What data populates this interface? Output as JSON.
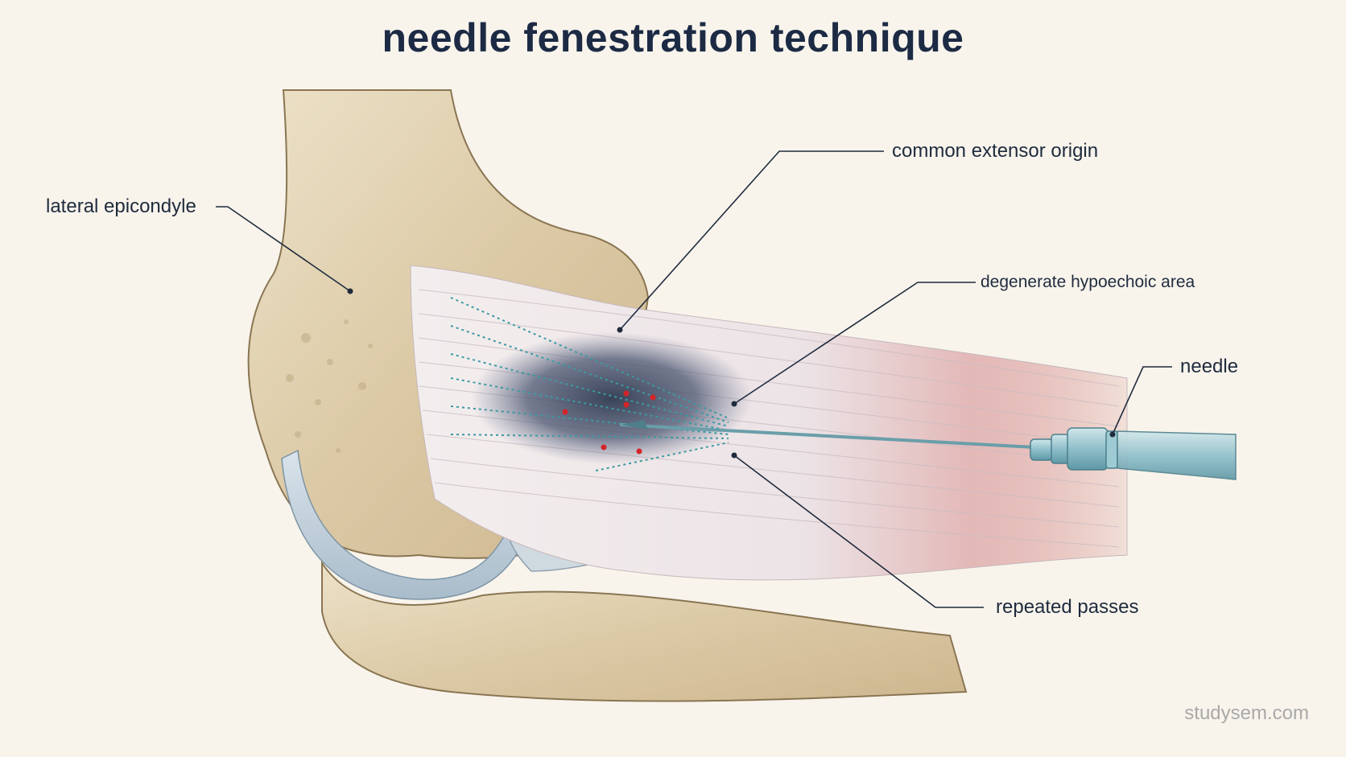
{
  "title": "needle fenestration technique",
  "labels": {
    "lateral_epicondyle": "lateral epicondyle",
    "common_extensor_origin": "common extensor origin",
    "degenerate_area": "degenerate hypoechoic area",
    "needle": "needle",
    "repeated_passes": "repeated passes"
  },
  "watermark": "studysem.com",
  "colors": {
    "background": "#f8f4ec",
    "bone": "#e2d3b4",
    "tendon": "#ece4e6",
    "muscle": "#d99b98",
    "lesion": "#3a4458",
    "needle": "#7fb4c0",
    "leader_line": "#1f2b3d",
    "bleed_dot": "#d4242a"
  }
}
